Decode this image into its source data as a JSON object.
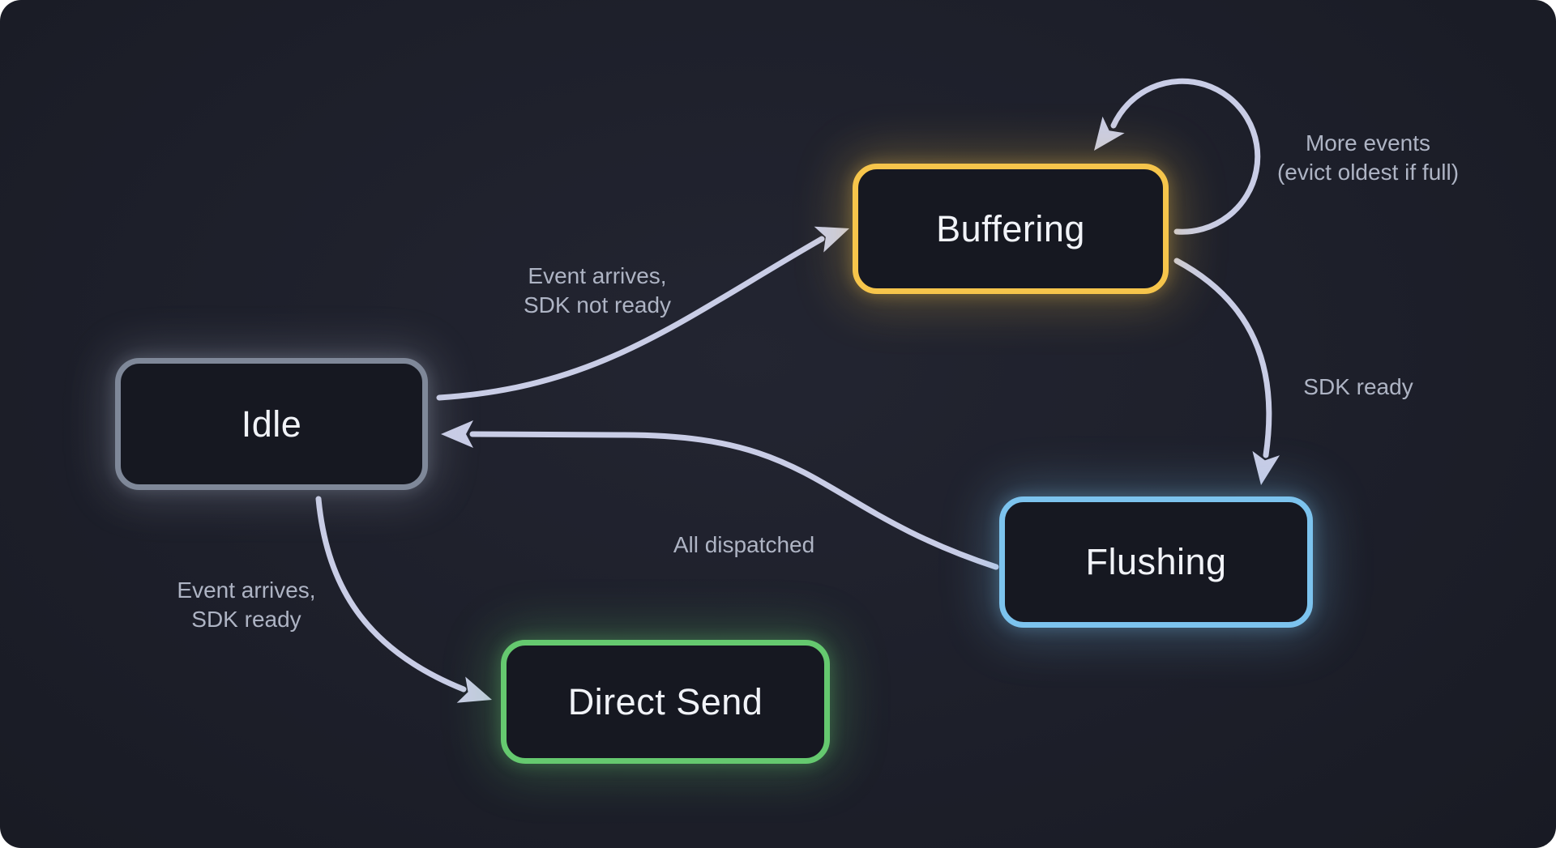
{
  "diagram": {
    "type": "state-machine",
    "background_color": "#1d1f2a",
    "arrow_color": "#c9cde6",
    "edge_label_color": "#aeb4c4",
    "states": [
      {
        "id": "idle",
        "label": "Idle",
        "border_color": "#7f8899",
        "fill_color": "#161821",
        "text_color": "#f1f3f8"
      },
      {
        "id": "buffering",
        "label": "Buffering",
        "border_color": "#f6c54b",
        "fill_color": "#161821",
        "text_color": "#f1f3f8"
      },
      {
        "id": "flushing",
        "label": "Flushing",
        "border_color": "#7cc3ee",
        "fill_color": "#161821",
        "text_color": "#f1f3f8"
      },
      {
        "id": "direct-send",
        "label": "Direct Send",
        "border_color": "#65c96f",
        "fill_color": "#161821",
        "text_color": "#f1f3f8"
      }
    ],
    "transitions": [
      {
        "from": "Idle",
        "to": "Buffering",
        "label": "Event arrives,\nSDK not ready"
      },
      {
        "from": "Buffering",
        "to": "Buffering",
        "label": "More events\n(evict oldest if full)"
      },
      {
        "from": "Buffering",
        "to": "Flushing",
        "label": "SDK ready"
      },
      {
        "from": "Flushing",
        "to": "Idle",
        "label": "All dispatched"
      },
      {
        "from": "Idle",
        "to": "Direct Send",
        "label": "Event arrives,\nSDK ready"
      }
    ]
  }
}
